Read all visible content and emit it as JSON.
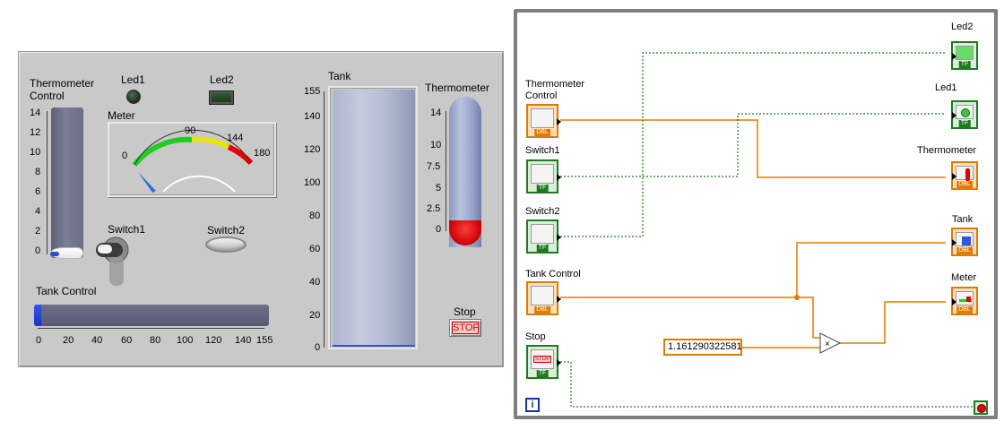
{
  "front_panel": {
    "thermometer_control": {
      "label": "Thermometer\nControl",
      "scale": [
        "14",
        "12",
        "10",
        "8",
        "6",
        "4",
        "2",
        "0"
      ],
      "value": 0
    },
    "led1": {
      "label": "Led1",
      "state": "off"
    },
    "led2": {
      "label": "Led2",
      "state": "off"
    },
    "meter": {
      "label": "Meter",
      "scale": [
        "0",
        "90",
        "144",
        "180"
      ],
      "value": 0,
      "colors": {
        "low": "#22cc22",
        "mid": "#e6e600",
        "high": "#e60000",
        "needle": "#2a6fdb"
      }
    },
    "switch1": {
      "label": "Switch1",
      "state": "off"
    },
    "switch2": {
      "label": "Switch2",
      "state": "off"
    },
    "tank_control": {
      "label": "Tank Control",
      "scale": [
        "0",
        "20",
        "40",
        "60",
        "80",
        "100",
        "120",
        "140",
        "155"
      ],
      "value": 0
    },
    "tank": {
      "label": "Tank",
      "scale": [
        "155",
        "140",
        "120",
        "100",
        "80",
        "60",
        "40",
        "20",
        "0"
      ],
      "value": 0
    },
    "thermometer": {
      "label": "Thermometer",
      "scale": [
        "14",
        "10",
        "7.5",
        "5",
        "2.5",
        "0"
      ],
      "value": 0
    },
    "stop": {
      "label": "Stop",
      "button_text": "STOP"
    }
  },
  "block_diagram": {
    "terminals": {
      "thermometer_control": {
        "label": "Thermometer\nControl",
        "type": "DBL"
      },
      "switch1": {
        "label": "Switch1",
        "type": "TF"
      },
      "switch2": {
        "label": "Switch2",
        "type": "TF"
      },
      "tank_control": {
        "label": "Tank Control",
        "type": "DBL"
      },
      "stop": {
        "label": "Stop",
        "type": "TF",
        "button_text": "STOP"
      },
      "led2": {
        "label": "Led2",
        "type": "TF"
      },
      "led1": {
        "label": "Led1",
        "type": "TF"
      },
      "thermometer": {
        "label": "Thermometer",
        "type": "DBL"
      },
      "tank": {
        "label": "Tank",
        "type": "DBL"
      },
      "meter": {
        "label": "Meter",
        "type": "DBL"
      }
    },
    "constant": "1.161290322581",
    "iteration_label": "i",
    "colors": {
      "dbl_wire": "#e07b00",
      "bool_wire": "#1f7a1f"
    }
  }
}
